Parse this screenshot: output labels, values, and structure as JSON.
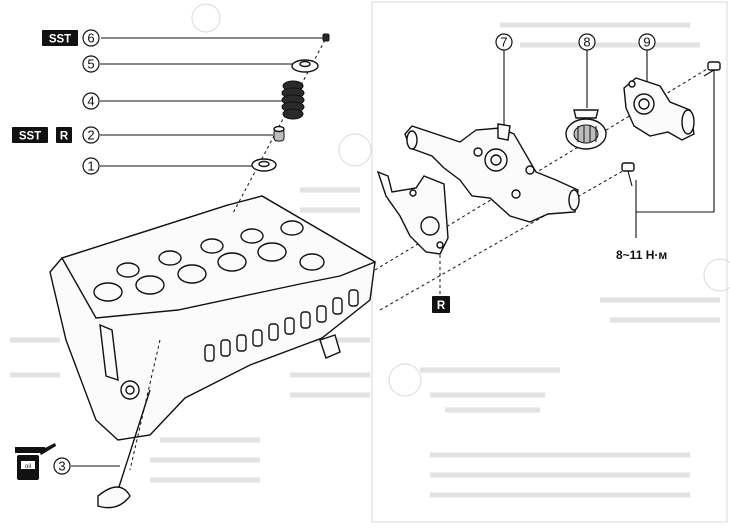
{
  "tags": {
    "sst": "SST",
    "r": "R"
  },
  "callouts": {
    "c1": "1",
    "c2": "2",
    "c3": "3",
    "c4": "4",
    "c5": "5",
    "c6": "6",
    "c7": "7",
    "c8": "8",
    "c9": "9"
  },
  "torque": {
    "value": "8~11 Н·м"
  }
}
